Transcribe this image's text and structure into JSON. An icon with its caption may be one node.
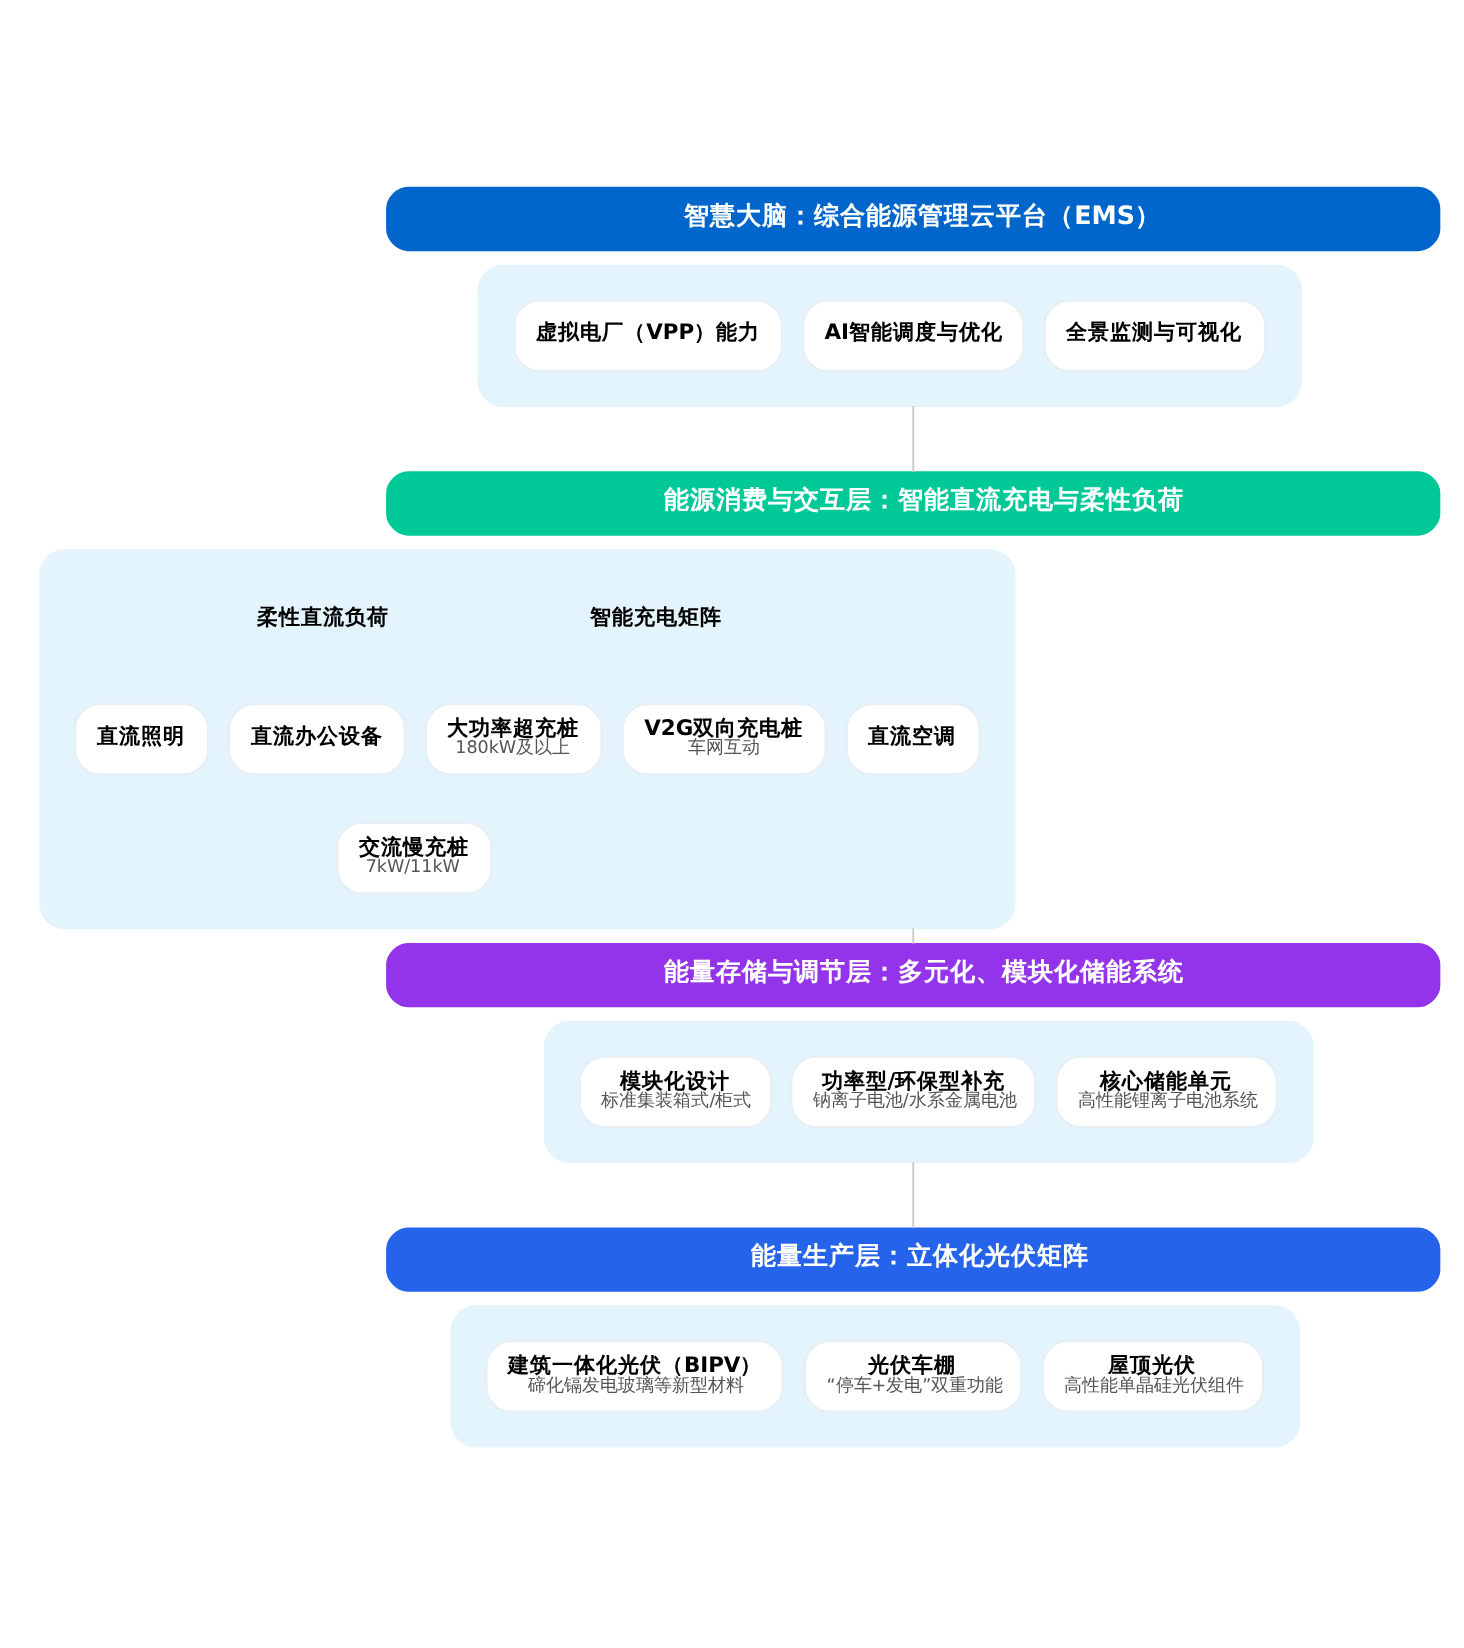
{
  "diagram": {
    "nodes": [
      {
        "text": [
          "智慧大脑：综合能源管理云平台（EMS）"
        ]
      },
      {
        "text": [],
        "shape": "box"
      },
      {
        "text": [
          "全景监测与可视化"
        ],
        "in": 1
      },
      {
        "text": [
          "AI智能调度与优化"
        ],
        "in": 1
      },
      {
        "text": [
          "虚拟电厂（VPP）能力"
        ],
        "in": 1
      },
      {
        "text": [
          "能源消费与交互层：智能直流充电与柔性负荷"
        ]
      },
      {
        "text": [],
        "shape": "box"
      },
      {
        "text": [
          "智能充电矩阵"
        ],
        "in": 6
      },
      {
        "text": [
          "大功率超充桩",
          "180kW及以上"
        ],
        "in": 6
      },
      {
        "text": [
          "V2G双向充电桩",
          "车网互动"
        ],
        "in": 6
      },
      {
        "text": [
          "交流慢充桩",
          "7kW/11kW"
        ],
        "in": 6
      },
      {
        "text": [
          "柔性直流负荷"
        ],
        "in": 6
      },
      {
        "text": [
          "直流空调"
        ],
        "in": 6
      },
      {
        "text": [
          "直流照明"
        ],
        "in": 6
      },
      {
        "text": [
          "直流办公设备"
        ],
        "in": 6
      },
      {
        "text": [
          "能量存储与调节层：多元化、模块化储能系统"
        ]
      },
      {
        "text": [],
        "shape": "box"
      },
      {
        "text": [
          "核心储能单元",
          "高性能锂离子电池系统"
        ],
        "in": 16
      },
      {
        "text": [
          "功率型/环保型补充",
          "钠离子电池/水系金属电池"
        ],
        "in": 16
      },
      {
        "text": [
          "模块化设计",
          "标准集装箱式/柜式"
        ],
        "in": 16
      },
      {
        "text": [
          "能量生产层：立体化光伏矩阵"
        ]
      },
      {
        "text": [],
        "shape": "box"
      },
      {
        "text": [
          "屋顶光伏",
          "高性能单晶硅光伏组件"
        ],
        "in": 21
      },
      {
        "text": [
          "光伏车棚",
          "“停车+发电”双重功能"
        ],
        "in": 21
      },
      {
        "text": [
          "建筑一体化光伏（BIPV）",
          "碲化镉发电玻璃等新型材料"
        ],
        "in": 21
      }
    ],
    "edges": [
      {
        "from": 1,
        "to": 5,
        "arrow": "none"
      },
      {
        "from": 6,
        "to": 15,
        "arrow": "none"
      },
      {
        "from": 16,
        "to": 20,
        "arrow": "none"
      }
    ]
  }
}
